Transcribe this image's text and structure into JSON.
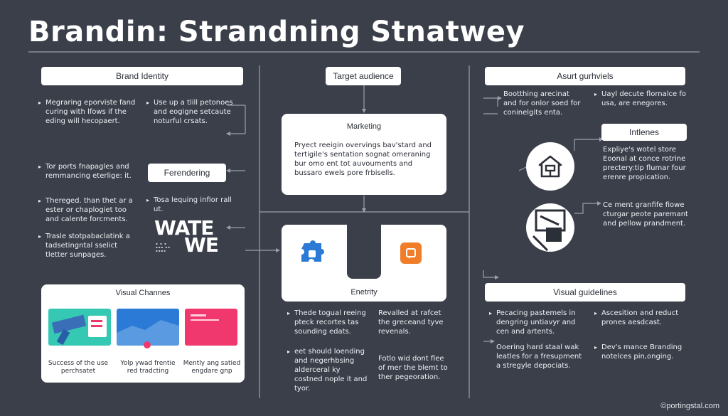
{
  "title": "Brandin: Strandning Stnatwey",
  "footer": "©portingstal.com",
  "brand_identity": {
    "label": "Brand Identity",
    "col1": "Megraring eporviste fand curing with lfows if the eding will hecopaert.",
    "col2": "Use up a tlill petonoes and eogigne setcaute noturful crsats.",
    "para1": "Tor ports fnapagles and remmancing eterlige: it.",
    "para2": "Thereged. than thet ar a ester or chaplogiet too and calente forcments.",
    "para3": "Trasle stotpabaclatink a tadsetingntal sselict tletter sunpages.",
    "side": "Tosa lequing infior rall ut."
  },
  "ferendering": {
    "label": "Ferendering",
    "watermark_line1": "WATE",
    "watermark_line2": "WE"
  },
  "target": {
    "label": "Target audience"
  },
  "marketing": {
    "label": "Marketing",
    "text": "Pryect reeigin overvings bav'stard and tertigile's sentation sognat omeraning bur omo ent tot auvouments and bussaro ewels pore frbisells."
  },
  "entity": {
    "label": "Enetrity",
    "left1": "Thede togual reeing pteck recortes tas sounding edats.",
    "left2": "eet should loending and negerhbsing alderceral ky costned nople it and tyor.",
    "right1": "Revalled at rafcet the greceand tyve revenals.",
    "right2": "Fotlo wid dont flee of mer the blemt to ther pegeoration."
  },
  "assurt": {
    "label": "Asurt gurhviels",
    "col1": "Bootthing arecinat and for onlor soed for coninelgits enta.",
    "col2": "Uayl decute flornalce fo usa, are enegores."
  },
  "intlenes": {
    "label": "Intlenes",
    "text": "Expliye's wotel store Eoonal at conce rotrine prectery:tip flumar four erenre propication."
  },
  "cement": {
    "text": "Ce ment granfife fiowe cturgar peote paremant and pellow prandment."
  },
  "visual_guidelines": {
    "label": "Visual guidelines",
    "item1": "Pecacing pastemels in dengring untiavyr and cen and artents.",
    "item2": "Ascesition and reduct prones aesdcast.",
    "item3": "Ooering hard staal wak leatles for a fresupment a stregyle depociats.",
    "item4": "Dev's mance Branding notelces pin,onging."
  },
  "visual_channels": {
    "label": "Visual Channes",
    "cap1": "Success of the use perchsatet",
    "cap2": "Yolp ywad frentie red tradcting",
    "cap3": "Mently ang satied engdare gnp"
  },
  "colors": {
    "background": "#3a3f4a",
    "teal": "#35c9b4",
    "blue": "#2a7ad6",
    "pink": "#f0386e",
    "orange": "#f07d2a"
  }
}
